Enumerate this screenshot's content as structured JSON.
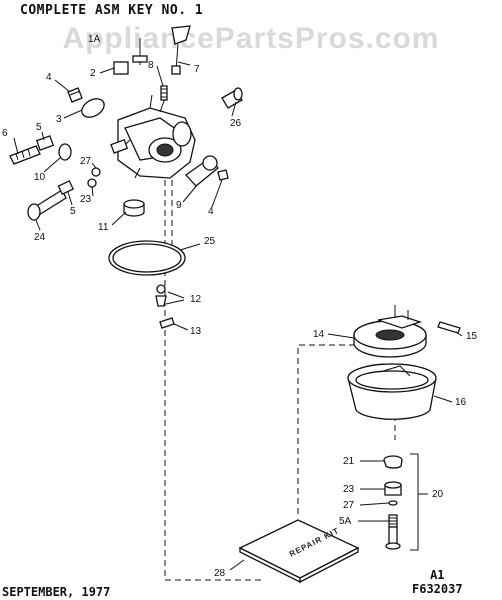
{
  "header": {
    "title": "COMPLETE ASM KEY NO. 1"
  },
  "watermark": "AppliancePartsPros.com",
  "footer": {
    "date": "SEPTEMBER, 1977",
    "code_line1": "A1",
    "code_line2": "F632037"
  },
  "repair_kit_text": "REPAIR KIT",
  "callouts": [
    {
      "id": "c1a",
      "text": "1A"
    },
    {
      "id": "c2",
      "text": "2"
    },
    {
      "id": "c8",
      "text": "8"
    },
    {
      "id": "c7",
      "text": "7"
    },
    {
      "id": "c4a",
      "text": "4"
    },
    {
      "id": "c26",
      "text": "26"
    },
    {
      "id": "c3",
      "text": "3"
    },
    {
      "id": "c5a",
      "text": "5"
    },
    {
      "id": "c6",
      "text": "6"
    },
    {
      "id": "c10",
      "text": "10"
    },
    {
      "id": "c27a",
      "text": "27"
    },
    {
      "id": "c23a",
      "text": "23"
    },
    {
      "id": "c9",
      "text": "9"
    },
    {
      "id": "c4b",
      "text": "4"
    },
    {
      "id": "c5b",
      "text": "5"
    },
    {
      "id": "c24",
      "text": "24"
    },
    {
      "id": "c11",
      "text": "11"
    },
    {
      "id": "c25",
      "text": "25"
    },
    {
      "id": "c12",
      "text": "12"
    },
    {
      "id": "c13",
      "text": "13"
    },
    {
      "id": "c14",
      "text": "14"
    },
    {
      "id": "c15",
      "text": "15"
    },
    {
      "id": "c16",
      "text": "16"
    },
    {
      "id": "c21",
      "text": "21"
    },
    {
      "id": "c23b",
      "text": "23"
    },
    {
      "id": "c20",
      "text": "20"
    },
    {
      "id": "c27b",
      "text": "27"
    },
    {
      "id": "c5A",
      "text": "5A"
    },
    {
      "id": "c28",
      "text": "28"
    }
  ]
}
